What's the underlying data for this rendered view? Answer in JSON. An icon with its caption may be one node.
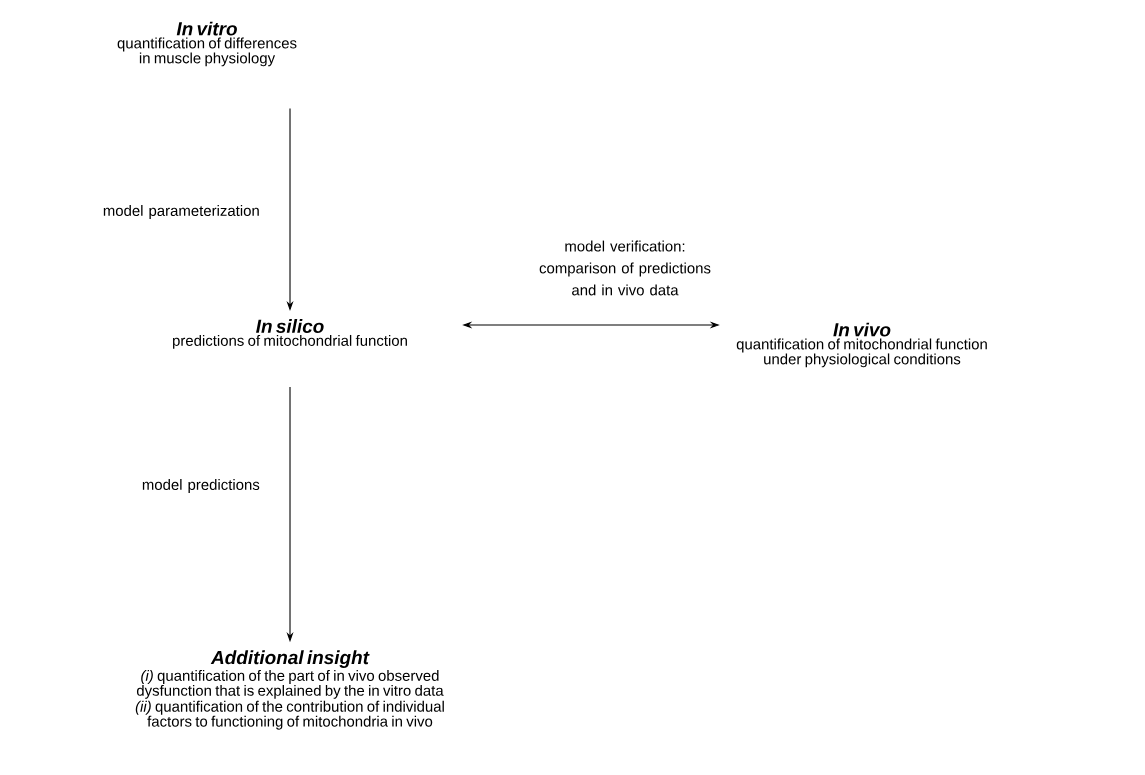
{
  "diagram": {
    "nodes": [
      {
        "text": [
          "In vitro",
          "quantification of differences in muscle physiology"
        ]
      },
      {
        "text": [
          "In silico",
          "predictions of mitochondrial function"
        ]
      },
      {
        "text": [
          "In vivo",
          "quantification of mitochondrial function under physiological conditions"
        ]
      },
      {
        "text": [
          "Additional insight",
          "*(i)* quantification of the part of in vivo observed dysfunction that is explained by the in vitro data",
          "*(ii)* quantification of the contribution of individual factors to functioning of mitochondria in vivo"
        ]
      }
    ],
    "edges": [
      {
        "from": 0,
        "to": 1,
        "arrow": "to",
        "label": "model parameterization"
      },
      {
        "from": 1,
        "to": 2,
        "arrow": "both",
        "label": "model verification: comparison of predictions and in vivo data"
      },
      {
        "from": 1,
        "to": 3,
        "arrow": "to",
        "label": "model predictions"
      }
    ]
  }
}
